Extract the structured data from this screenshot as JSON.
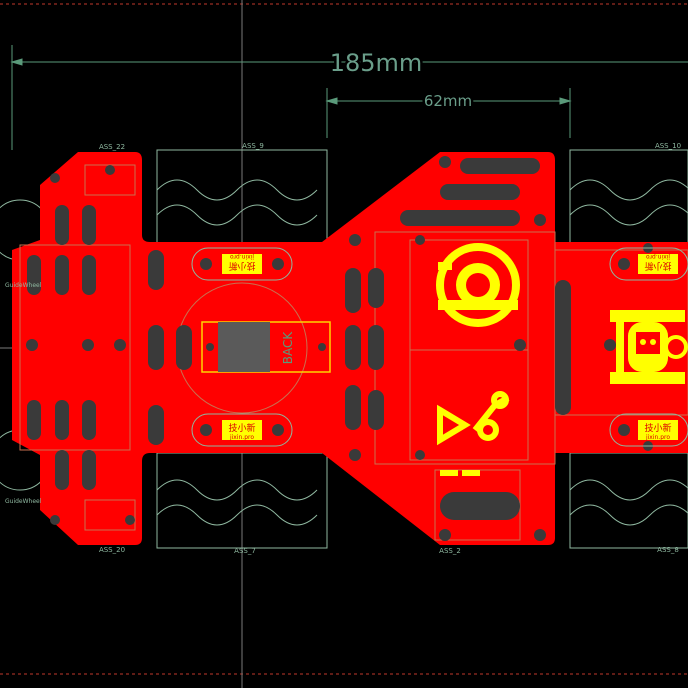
{
  "dimensions": {
    "overall": "185mm",
    "inner": "62mm"
  },
  "parts": {
    "top_left": "ASS_22",
    "bottom_left": "ASS_20",
    "top_mid": "ASS_9",
    "bottom_mid": "ASS_7",
    "top_right": "ASS_10",
    "bottom_right": "ASS_8",
    "bottom_center": "ASS_2"
  },
  "labels": {
    "guide_wheel_top": "GuideWheel",
    "guide_wheel_bottom": "GuideWheel",
    "back": "BACK",
    "logo_cn": "技小新",
    "logo_url": "jixin.pro"
  },
  "colors": {
    "board": "#ff0000",
    "silk": "#ffff00",
    "dim": "#5a9a7a",
    "outline": "#8fb8a0",
    "hole": "#3a3a3a",
    "background": "#000000"
  }
}
